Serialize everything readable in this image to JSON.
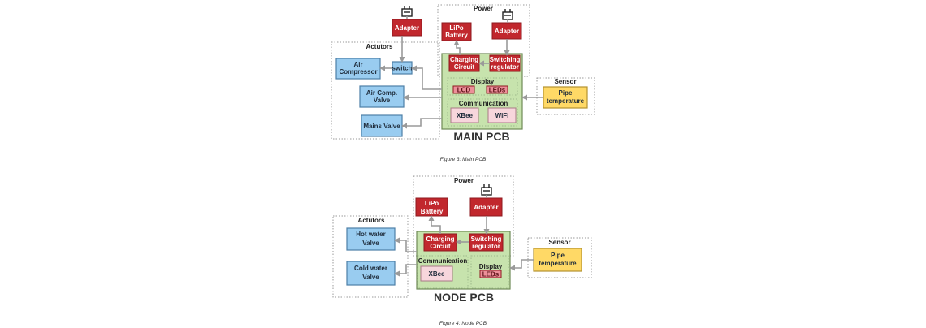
{
  "main": {
    "power_label": "Power",
    "actuators_label": "Actutors",
    "sensor_label": "Sensor",
    "adapter_act": "Adapter",
    "adapter_pow": "Adapter",
    "lipo_1": "LiPo",
    "lipo_2": "Battery",
    "charging_1": "Charging",
    "charging_2": "Circuit",
    "switching_1": "Switching",
    "switching_2": "regulator",
    "switch": "switch",
    "air_comp_1": "Air",
    "air_comp_2": "Compressor",
    "air_valve_1": "Air Comp.",
    "air_valve_2": "Valve",
    "mains_valve": "Mains Valve",
    "display_label": "Display",
    "lcd": "LCD",
    "leds": "LEDs",
    "communication_label": "Communication",
    "xbee": "XBee",
    "wifi": "WiFi",
    "pipe_1": "Pipe",
    "pipe_2": "temperature",
    "pcb_title": "MAIN PCB",
    "caption": "Figure 3: Main PCB"
  },
  "node": {
    "power_label": "Power",
    "actuators_label": "Actutors",
    "sensor_label": "Sensor",
    "lipo_1": "LiPo",
    "lipo_2": "Battery",
    "adapter": "Adapter",
    "charging_1": "Charging",
    "charging_2": "Circuit",
    "switching_1": "Switching",
    "switching_2": "regulator",
    "hot_1": "Hot water",
    "hot_2": "Valve",
    "cold_1": "Cold water",
    "cold_2": "Valve",
    "communication_label": "Communication",
    "xbee": "XBee",
    "display_label": "Display",
    "leds": "LEDs",
    "pipe_1": "Pipe",
    "pipe_2": "temperature",
    "pcb_title": "NODE PCB",
    "caption": "Figure 4: Node PCB"
  },
  "colors": {
    "red": "#c1272d",
    "blue": "#99ccf0",
    "yellow": "#ffd966",
    "green": "#c7e3ad",
    "pink": "#f7d6dc"
  }
}
